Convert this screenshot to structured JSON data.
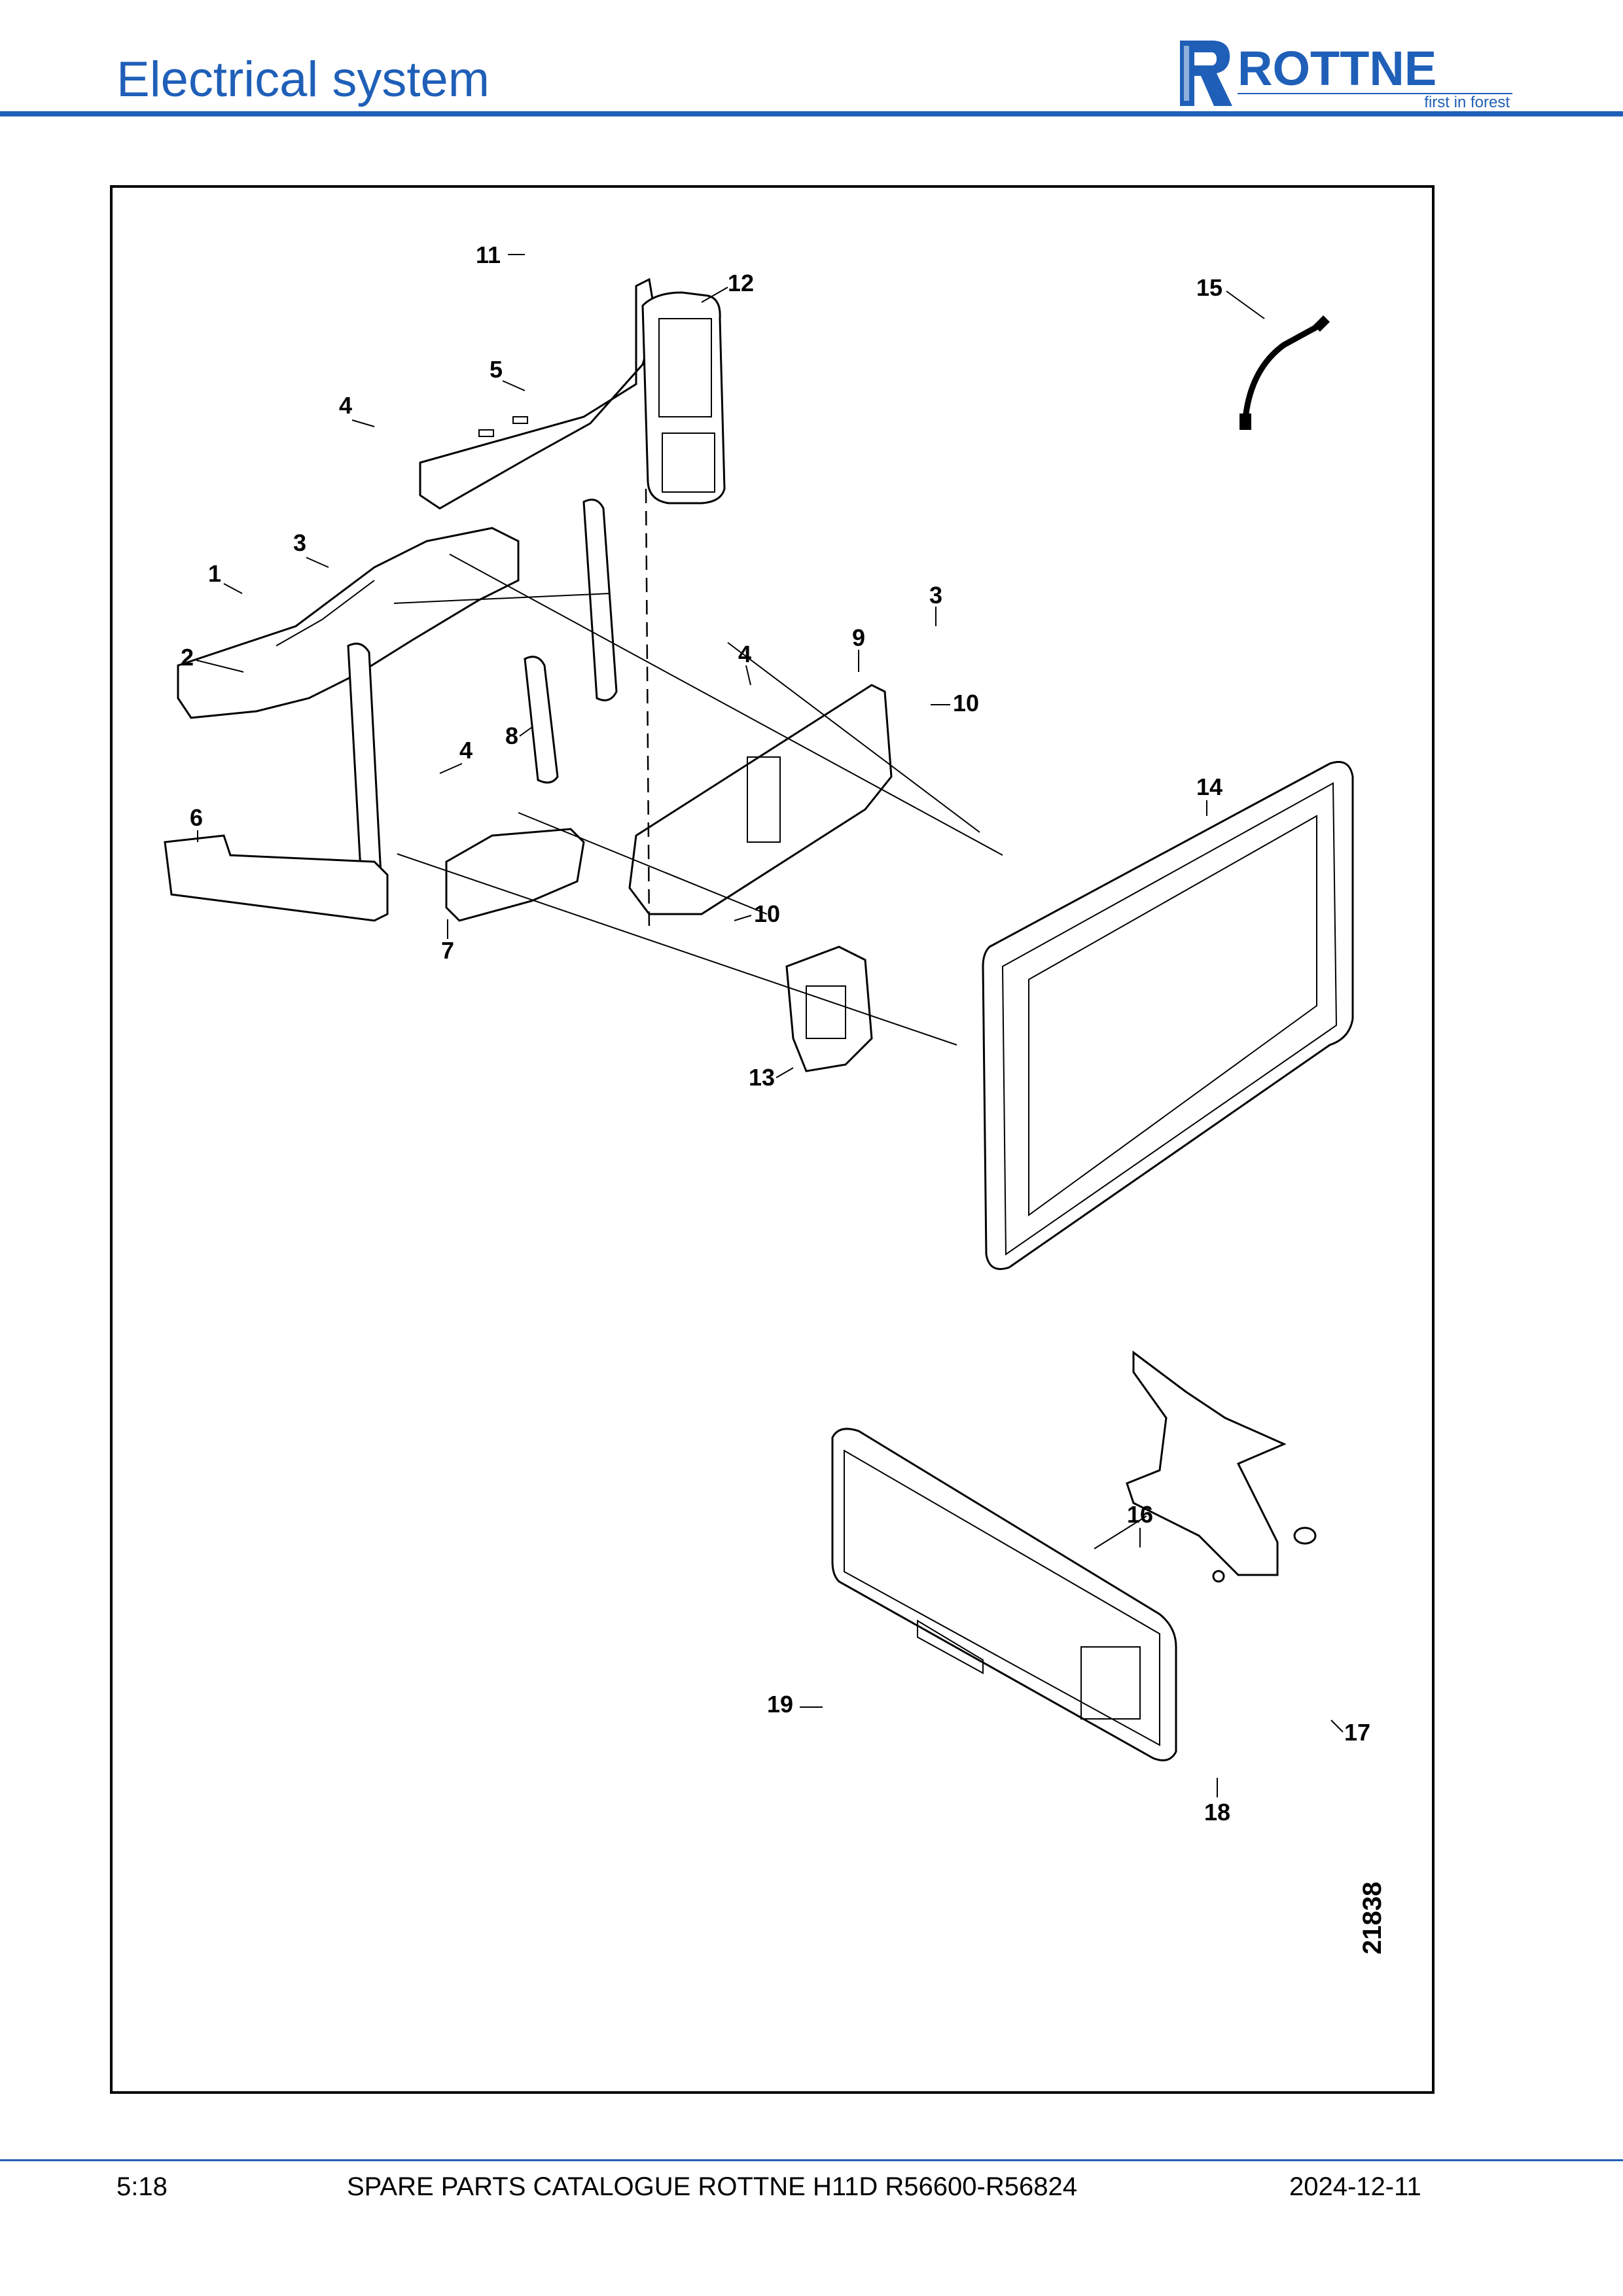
{
  "header": {
    "title": "Electrical system",
    "logo": {
      "brand": "ROTTNE",
      "tagline": "first in forest",
      "color": "#1f5fb8"
    }
  },
  "figure": {
    "drawing_number": "21838",
    "callouts": [
      "1",
      "2",
      "3",
      "3",
      "4",
      "4",
      "4",
      "5",
      "6",
      "7",
      "8",
      "9",
      "10",
      "10",
      "11",
      "12",
      "13",
      "14",
      "15",
      "16",
      "17",
      "18",
      "19"
    ]
  },
  "footer": {
    "page": "5:18",
    "catalogue": "SPARE PARTS CATALOGUE ROTTNE H11D R56600-R56824",
    "date": "2024-12-11"
  },
  "colors": {
    "accent": "#1f5fb8",
    "ink": "#000000"
  }
}
